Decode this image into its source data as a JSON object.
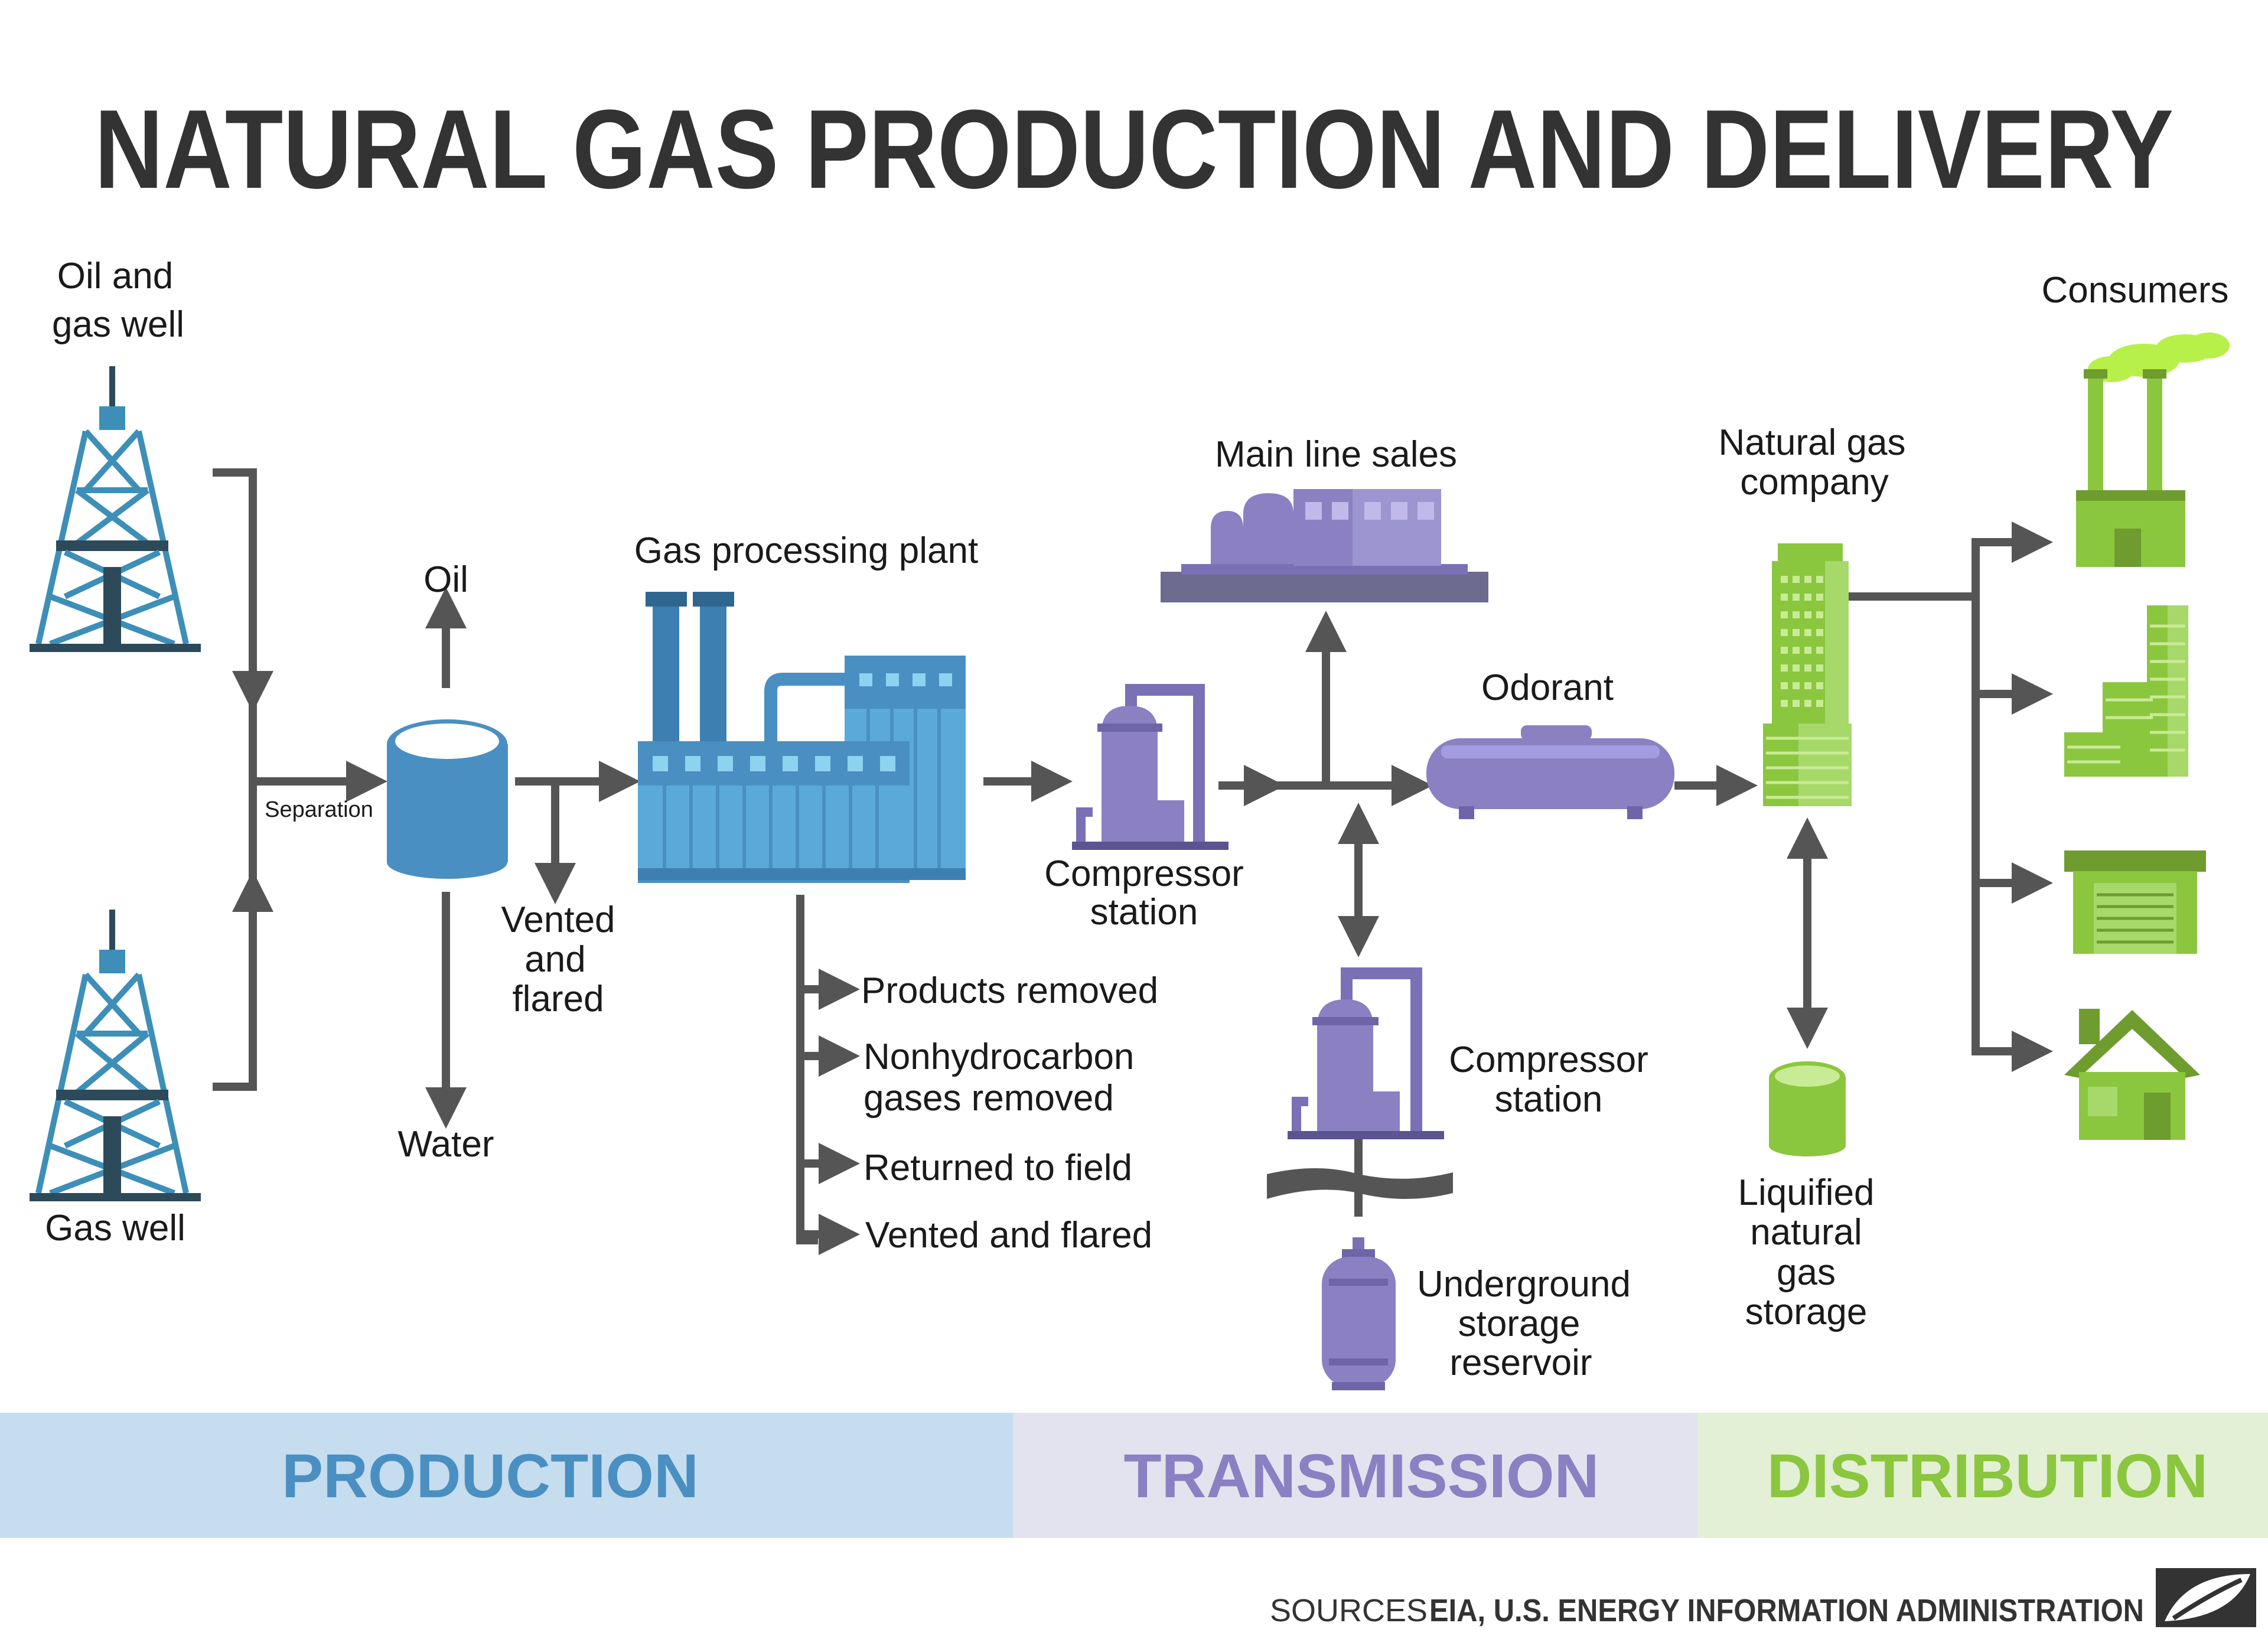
{
  "title": "NATURAL GAS PRODUCTION AND DELIVERY",
  "labels": {
    "oil_gas_well_1": "Oil and",
    "oil_gas_well_2": "gas well",
    "gas_well": "Gas well",
    "separation": "Separation",
    "oil": "Oil",
    "water": "Water",
    "vented_1": "Vented",
    "vented_2": "and",
    "vented_3": "flared",
    "gas_plant": "Gas processing plant",
    "products_removed": "Products removed",
    "nonhydro_1": "Nonhydrocarbon",
    "nonhydro_2": "gases removed",
    "returned": "Returned to field",
    "vented_flared": "Vented and flared",
    "compressor_1": "Compressor",
    "compressor_2": "station",
    "main_line": "Main line sales",
    "odorant": "Odorant",
    "compressor2_1": "Compressor",
    "compressor2_2": "station",
    "underground_1": "Underground",
    "underground_2": "storage",
    "underground_3": "reservoir",
    "ng_company_1": "Natural gas",
    "ng_company_2": "company",
    "lng_1": "Liquified",
    "lng_2": "natural",
    "lng_3": "gas",
    "lng_4": "storage",
    "consumers": "Consumers"
  },
  "bands": {
    "production": "PRODUCTION",
    "transmission": "TRANSMISSION",
    "distribution": "DISTRIBUTION"
  },
  "footer": {
    "sources_label": "SOURCES",
    "sources_value": "EIA, U.S. ENERGY INFORMATION ADMINISTRATION"
  },
  "colors": {
    "production": "#4a8fc1",
    "transmission": "#8a80c2",
    "distribution": "#8bc63f",
    "arrow": "#555555"
  }
}
